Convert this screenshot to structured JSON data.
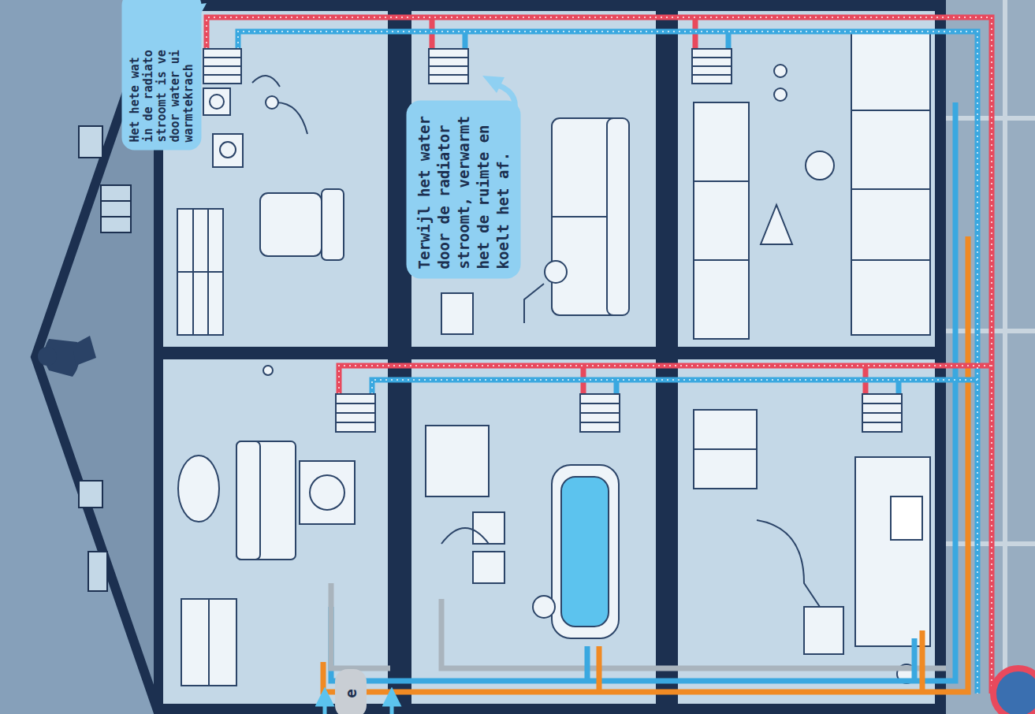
{
  "diagram": {
    "nodes": [
      {
        "text": [
          "Het hete wat in de radiato stroomt is ve door water ui warmtekrach"
        ]
      },
      {
        "text": [
          "Terwijl het water door de radiator stroomt, verwarmt het de ruimte en koelt het af."
        ]
      },
      {
        "text": [
          "e"
        ]
      }
    ]
  }
}
